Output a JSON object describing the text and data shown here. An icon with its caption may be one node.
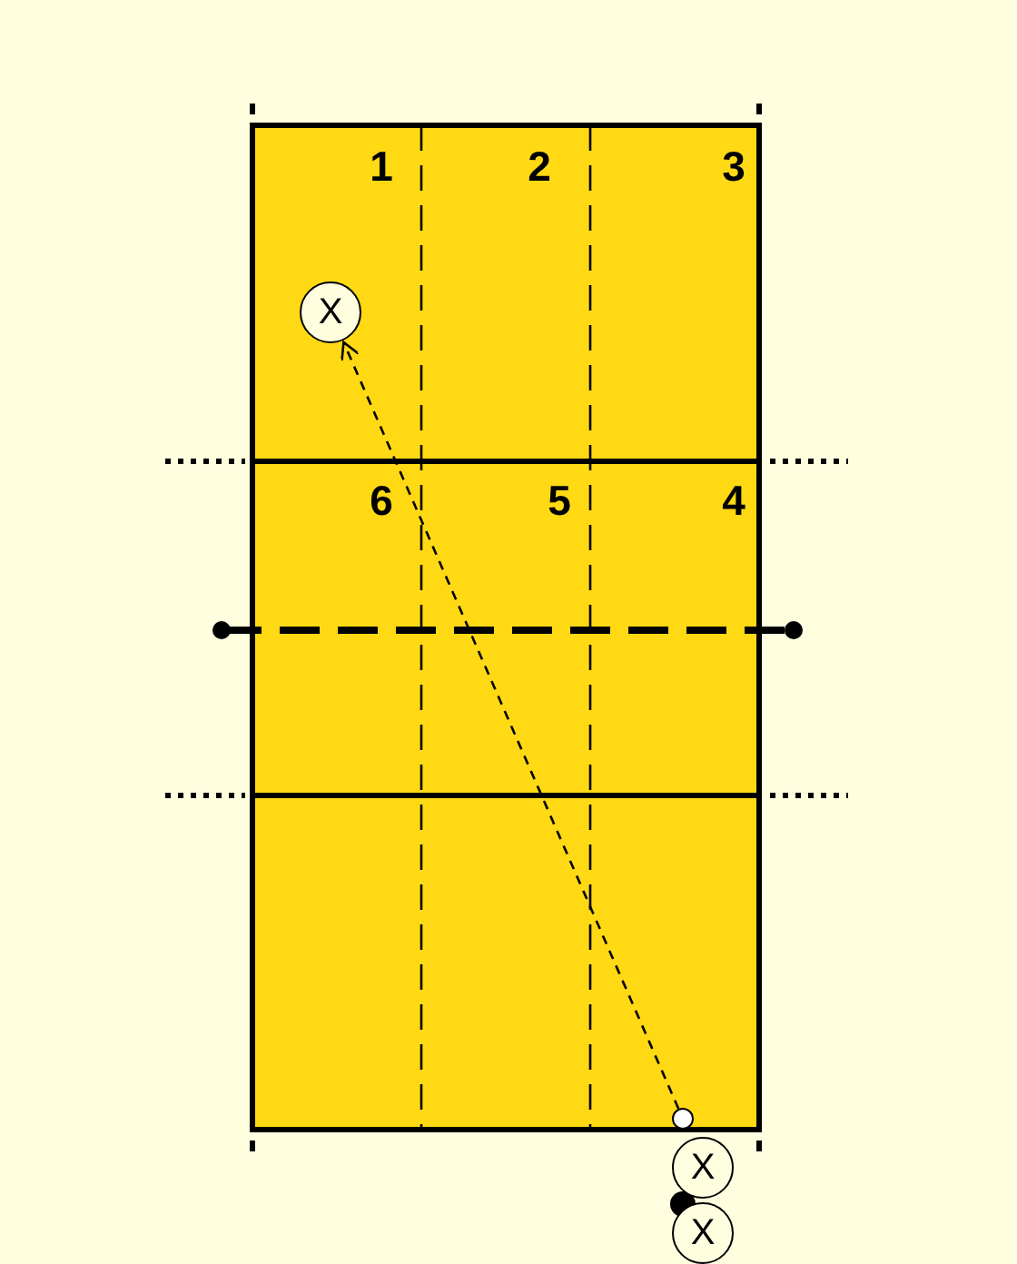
{
  "diagram": {
    "nodes": [
      {
        "text": [
          "X"
        ]
      },
      {
        "text": [],
        "shape": "circle"
      },
      {
        "text": [
          "X"
        ]
      },
      {
        "text": [
          "X"
        ]
      }
    ],
    "edges": [
      {
        "from": 1,
        "to": 0,
        "arrow": "to",
        "style": "dashed"
      }
    ],
    "labels": [
      "1",
      "2",
      "3",
      "6",
      "5",
      "4"
    ]
  }
}
